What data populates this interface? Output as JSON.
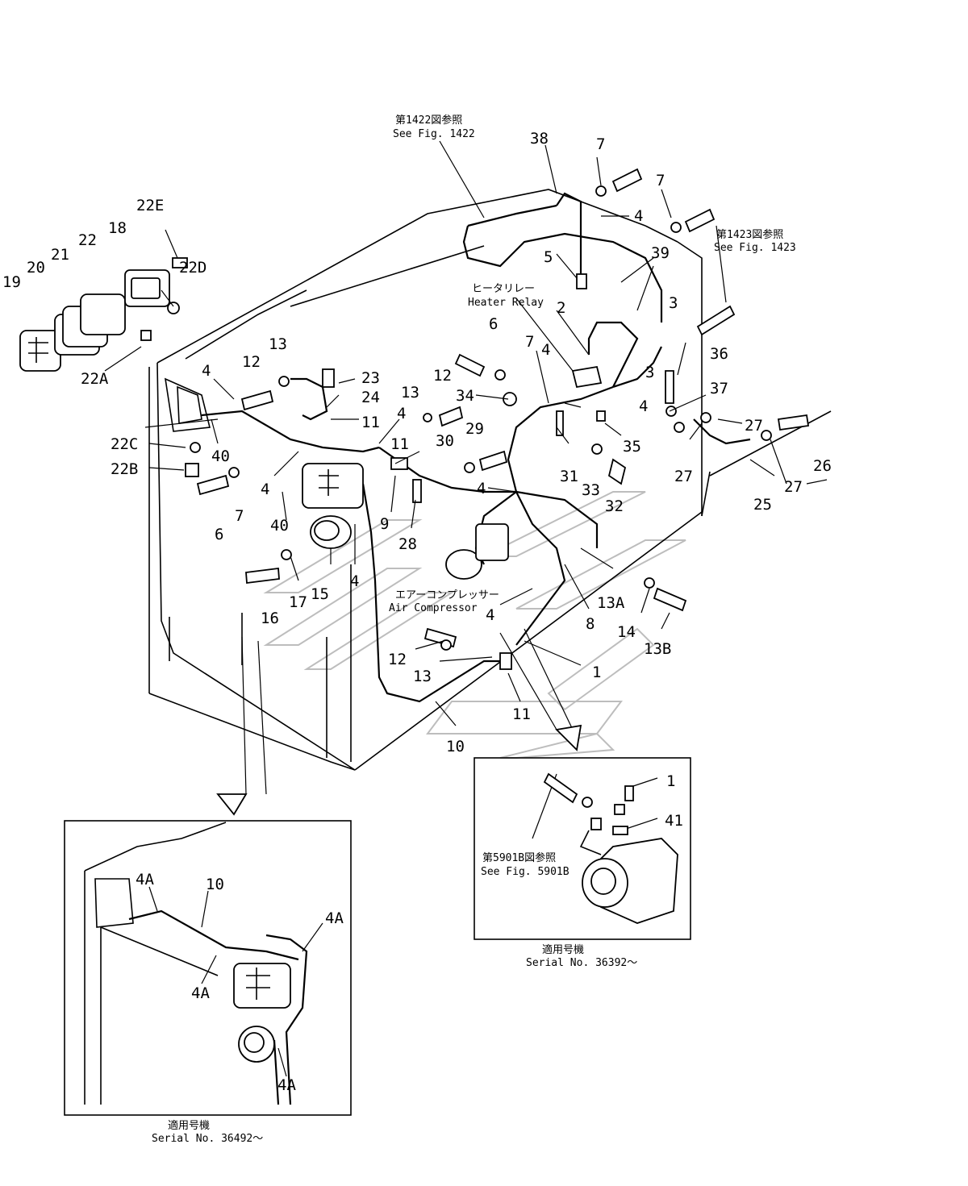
{
  "references": {
    "fig1422_jp": "第1422図参照",
    "fig1422_en": "See Fig. 1422",
    "fig1423_jp": "第1423図参照",
    "fig1423_en": "See Fig. 1423",
    "fig5901b_jp": "第5901B図参照",
    "fig5901b_en": "See Fig. 5901B"
  },
  "components": {
    "heater_relay_jp": "ヒータリレー",
    "heater_relay_en": "Heater Relay",
    "air_compressor_jp": "エアーコンプレッサー",
    "air_compressor_en": "Air Compressor"
  },
  "insets": {
    "right": {
      "serial_jp": "適用号機",
      "serial_en": "Serial No. 36392～"
    },
    "left": {
      "serial_jp": "適用号機",
      "serial_en": "Serial No. 36492～"
    }
  },
  "part_numbers": {
    "p38": "38",
    "p7a": "7",
    "p7b": "7",
    "p4a": "4",
    "p39": "39",
    "p5": "5",
    "p3a": "3",
    "p2": "2",
    "p36": "36",
    "p3b": "3",
    "p37": "37",
    "p6a": "6",
    "p7c": "7",
    "p4b": "4",
    "p12a": "12",
    "p34": "34",
    "p13a": "13",
    "p29": "29",
    "p30": "30",
    "p35": "35",
    "p4c": "4",
    "p27a": "27",
    "p26": "26",
    "p22e": "22E",
    "p18": "18",
    "p22": "22",
    "p21": "21",
    "p20": "20",
    "p19": "19",
    "p22d": "22D",
    "p22a": "22A",
    "p13b": "13",
    "p12b": "12",
    "p23": "23",
    "p4d": "4",
    "p24": "24",
    "p11a": "11",
    "p4e": "4",
    "p22c": "22C",
    "p40a": "40",
    "p22b": "22B",
    "p4f": "4",
    "p7d": "7",
    "p6b": "6",
    "p40b": "40",
    "p11b": "11",
    "p9": "9",
    "p28": "28",
    "p4g": "4",
    "p31": "31",
    "p33": "33",
    "p32": "32",
    "p27b": "27",
    "p25": "25",
    "p27c": "27",
    "p15": "15",
    "p4h": "4",
    "p17": "17",
    "p16": "16",
    "p13ab": "13A",
    "p4i": "4",
    "p8": "8",
    "p14": "14",
    "p13bb": "13B",
    "p12c": "12",
    "p13c": "13",
    "p1a": "1",
    "p11c": "11",
    "p10a": "10",
    "p1b": "1",
    "p41": "41",
    "p4aa": "4A",
    "p10b": "10",
    "p4ab": "4A",
    "p4ac": "4A",
    "p4ad": "4A"
  }
}
